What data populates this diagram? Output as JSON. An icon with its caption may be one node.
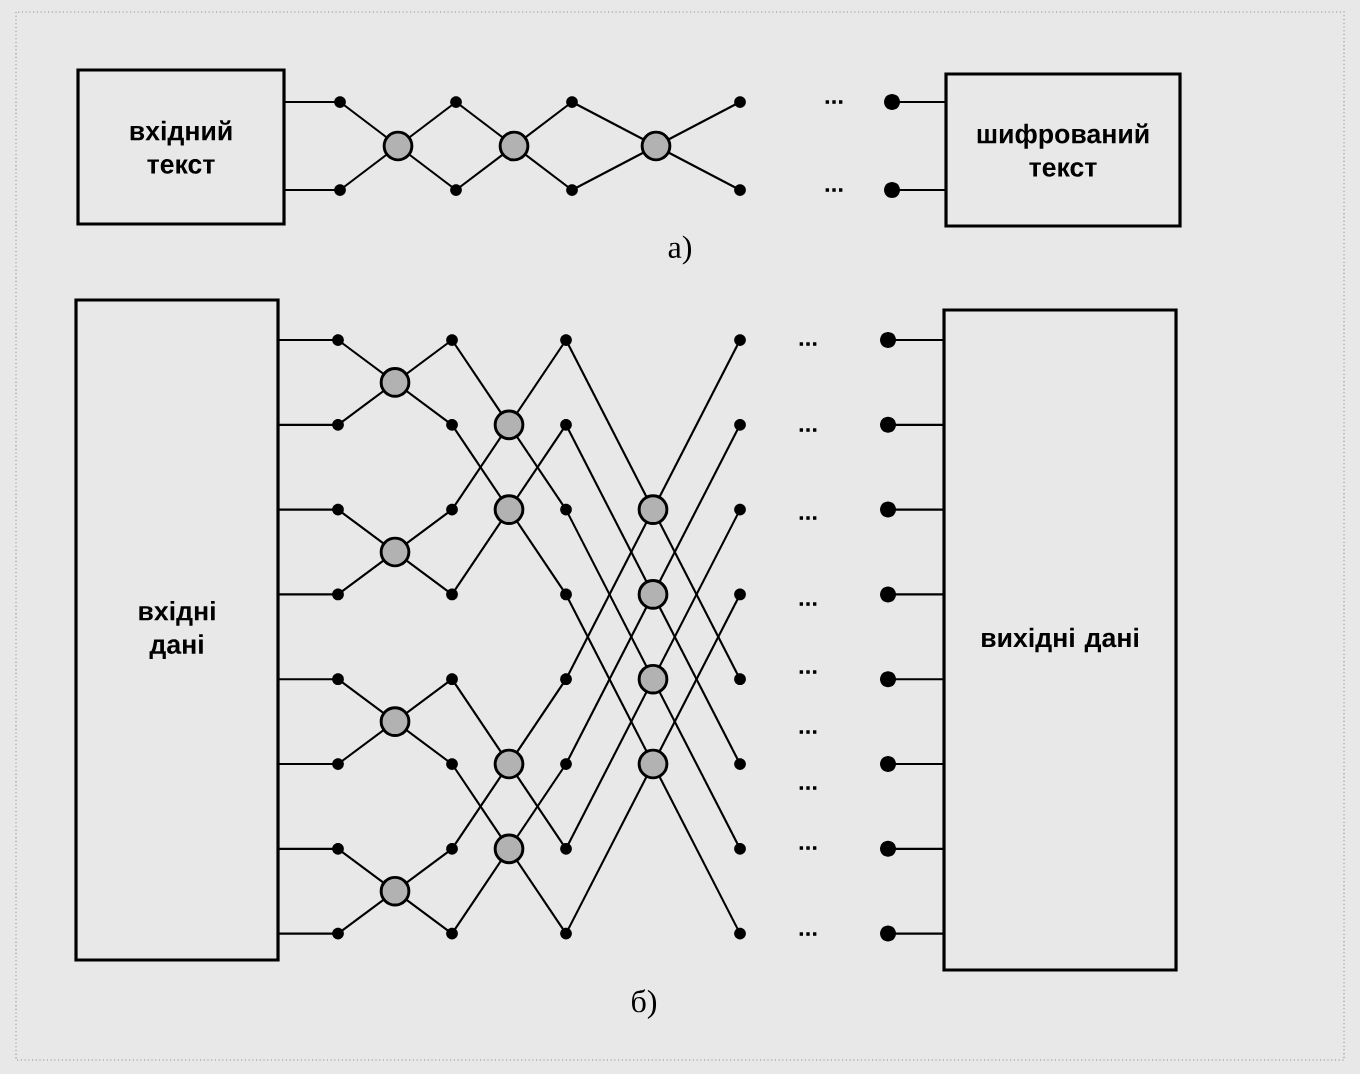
{
  "diagram": {
    "nodes": [
      {
        "text": [
          "вхідний текст"
        ]
      },
      {
        "text": [
          "шифрований текст"
        ]
      },
      {
        "text": [
          "вхідні дані"
        ]
      },
      {
        "text": [
          "вихідні дані"
        ]
      }
    ],
    "labels": [
      "...",
      "...",
      "а)",
      "...",
      "...",
      "...",
      "...",
      "...",
      "...",
      "...",
      "...",
      "...",
      "б)"
    ]
  }
}
